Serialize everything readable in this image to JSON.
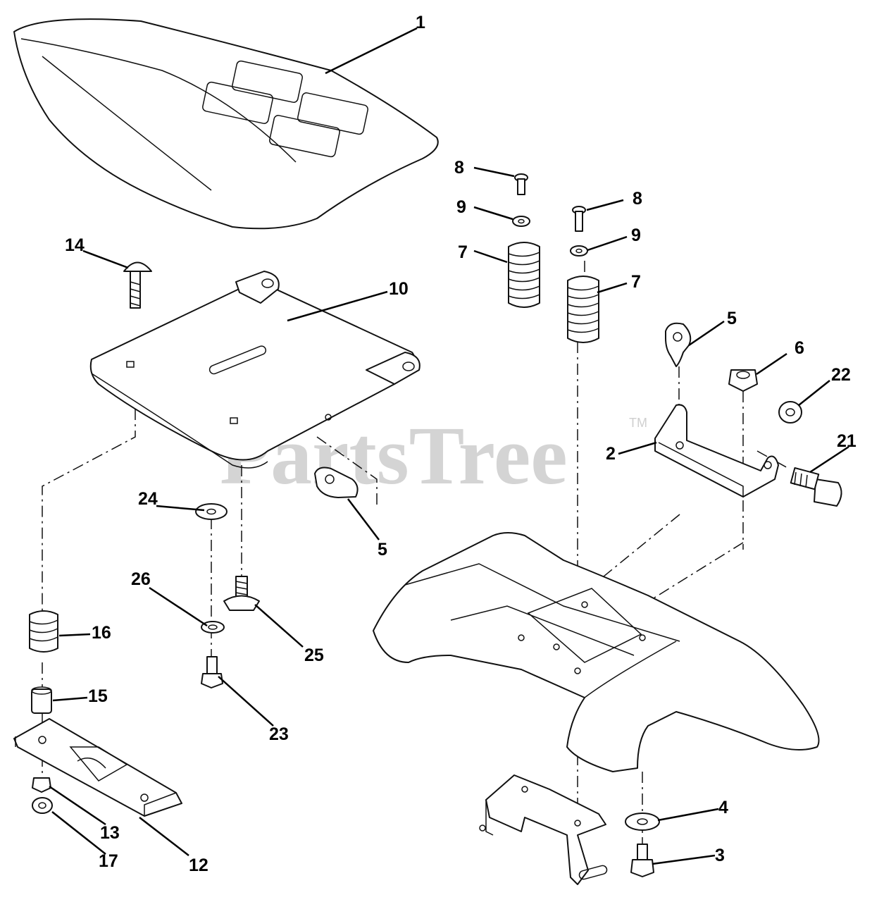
{
  "watermark": {
    "text": "PartsTree",
    "mark": "TM"
  },
  "callouts": {
    "seat": "1",
    "bracket": "2",
    "bolt_bottom_right": "3",
    "washer_bottom_right": "4",
    "knob_upper": "5",
    "knob_lower": "5",
    "nut_bracket": "6",
    "spring_left": "7",
    "spring_right": "7",
    "screw_left": "8",
    "screw_right": "8",
    "washer_left": "9",
    "washer_right": "9",
    "seat_pan": "10",
    "slide_plate": "12",
    "nut_slide": "13",
    "carriage_bolt": "14",
    "spacer": "15",
    "spring_small": "16",
    "flat_washer": "17",
    "shoulder_bolt": "21",
    "spacer_washer": "22",
    "hex_bolt_small": "23",
    "washer_large": "24",
    "shoulder_screw": "25",
    "lock_washer": "26"
  }
}
